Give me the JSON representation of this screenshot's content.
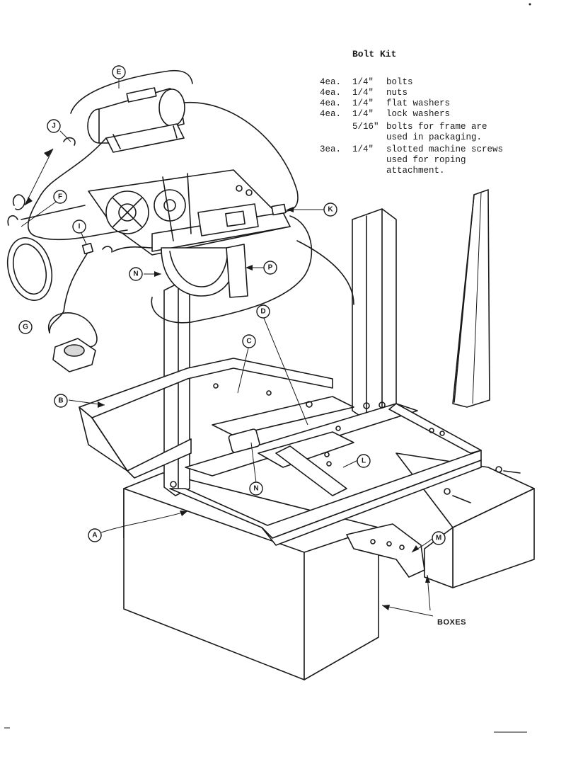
{
  "bolt_kit": {
    "title": "Bolt Kit",
    "rows": [
      {
        "qty": "4ea.",
        "size": "1/4\"",
        "text": "bolts"
      },
      {
        "qty": "4ea.",
        "size": "1/4\"",
        "text": "nuts"
      },
      {
        "qty": "4ea.",
        "size": "1/4\"",
        "text": "flat washers"
      },
      {
        "qty": "4ea.",
        "size": "1/4\"",
        "text": "lock washers"
      },
      {
        "qty": "",
        "size": "5/16\"",
        "text": "bolts for frame are"
      },
      {
        "qty": "",
        "size": "",
        "text": "used in packaging."
      },
      {
        "qty": "3ea.",
        "size": "1/4\"",
        "text": "slotted machine screws"
      },
      {
        "qty": "",
        "size": "",
        "text": "used for roping"
      },
      {
        "qty": "",
        "size": "",
        "text": "attachment."
      }
    ]
  },
  "callouts": {
    "A": "A",
    "B": "B",
    "C": "C",
    "D": "D",
    "E": "E",
    "F": "F",
    "G": "G",
    "I": "I",
    "J": "J",
    "K": "K",
    "L": "L",
    "M": "M",
    "N1": "N",
    "N2": "N",
    "P": "P"
  },
  "boxes_label": "BOXES"
}
